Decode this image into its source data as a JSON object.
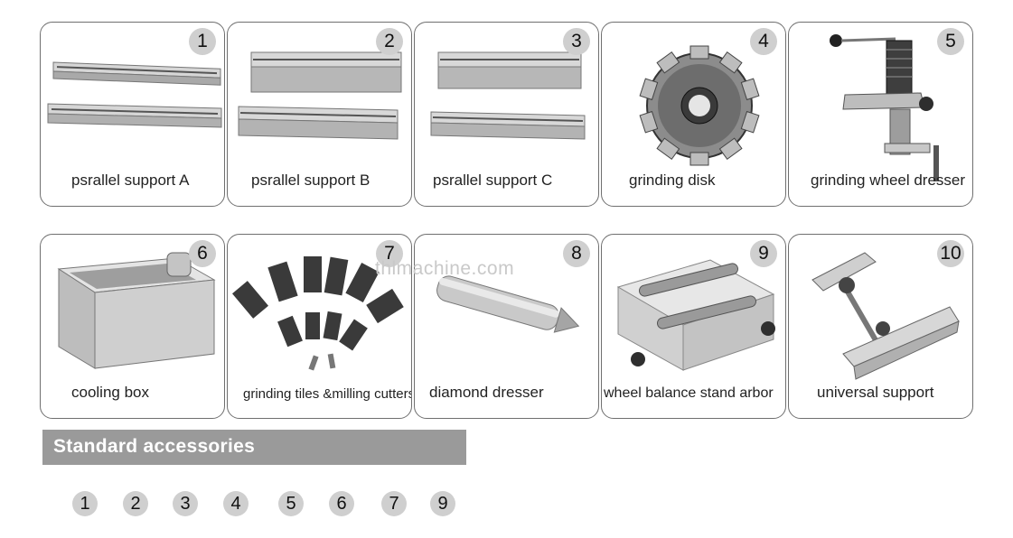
{
  "items": [
    {
      "number": "1",
      "label": "psrallel  support A"
    },
    {
      "number": "2",
      "label": "psrallel  support   B"
    },
    {
      "number": "3",
      "label": "psrallel  support C"
    },
    {
      "number": "4",
      "label": "grinding disk"
    },
    {
      "number": "5",
      "label": "grinding wheel dresser"
    },
    {
      "number": "6",
      "label": "cooling box"
    },
    {
      "number": "7",
      "label": "grinding tiles &milling cutters"
    },
    {
      "number": "8",
      "label": "diamond dresser"
    },
    {
      "number": "9",
      "label": "wheel balance stand arbor"
    },
    {
      "number": "10",
      "label": "universal support"
    }
  ],
  "watermark": "thlmachine.com",
  "standard_accessories": {
    "title": "Standard  accessories",
    "numbers": [
      "1",
      "2",
      "3",
      "4",
      "5",
      "6",
      "7",
      "9"
    ]
  }
}
